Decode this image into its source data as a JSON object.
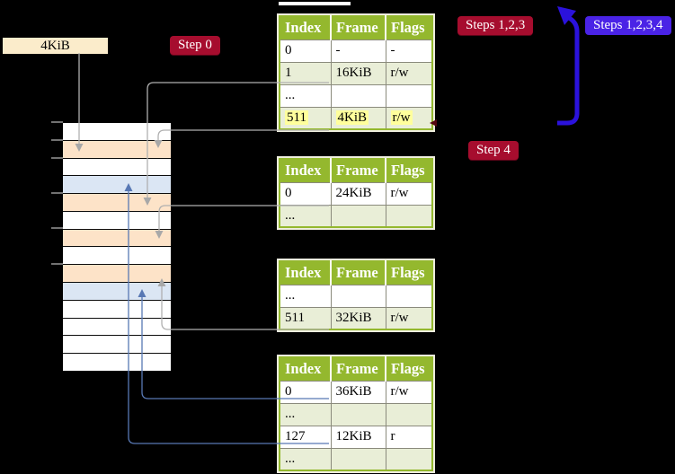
{
  "frame_label_box": {
    "label": "4KiB"
  },
  "badges": {
    "step0": "Step 0",
    "steps123": "Steps 1,2,3",
    "steps1234": "Steps 1,2,3,4",
    "step4": "Step 4"
  },
  "memory_strip": {
    "rows": [
      "white",
      "peach",
      "white",
      "blue",
      "peach",
      "white",
      "peach",
      "white",
      "peach",
      "blue",
      "white",
      "white",
      "white",
      "white"
    ],
    "tick_count": 6,
    "row_colors": {
      "white": "#ffffff",
      "peach": "#fde3c8",
      "blue": "#dbe6f4"
    }
  },
  "page_tables": [
    {
      "name": "table-steps-0",
      "headers": [
        "Index",
        "Frame",
        "Flags"
      ],
      "rows": [
        {
          "cells": [
            "0",
            "-",
            "-"
          ],
          "shaded": false,
          "highlight": false
        },
        {
          "cells": [
            "1",
            "16KiB",
            "r/w"
          ],
          "shaded": true,
          "highlight": false,
          "connector": "gray"
        },
        {
          "cells": [
            "...",
            "",
            ""
          ],
          "shaded": false,
          "highlight": false
        },
        {
          "cells": [
            "511",
            "4KiB",
            "r/w"
          ],
          "shaded": true,
          "highlight": true,
          "connector": "gray"
        }
      ]
    },
    {
      "name": "table-step-a",
      "headers": [
        "Index",
        "Frame",
        "Flags"
      ],
      "rows": [
        {
          "cells": [
            "0",
            "24KiB",
            "r/w"
          ],
          "shaded": false,
          "highlight": false,
          "connector": "gray"
        },
        {
          "cells": [
            "...",
            "",
            ""
          ],
          "shaded": true,
          "highlight": false
        }
      ]
    },
    {
      "name": "table-step-b",
      "headers": [
        "Index",
        "Frame",
        "Flags"
      ],
      "rows": [
        {
          "cells": [
            "...",
            "",
            ""
          ],
          "shaded": false,
          "highlight": false
        },
        {
          "cells": [
            "511",
            "32KiB",
            "r/w"
          ],
          "shaded": true,
          "highlight": false,
          "connector": "gray"
        }
      ]
    },
    {
      "name": "table-step-4",
      "headers": [
        "Index",
        "Frame",
        "Flags"
      ],
      "rows": [
        {
          "cells": [
            "0",
            "36KiB",
            "r/w"
          ],
          "shaded": false,
          "highlight": false,
          "connector": "blue"
        },
        {
          "cells": [
            "...",
            "",
            ""
          ],
          "shaded": true,
          "highlight": false
        },
        {
          "cells": [
            "127",
            "12KiB",
            "r"
          ],
          "shaded": false,
          "highlight": false,
          "connector": "blue"
        },
        {
          "cells": [
            "...",
            "",
            ""
          ],
          "shaded": true,
          "highlight": false
        }
      ]
    }
  ],
  "colors": {
    "table_header_green": "#94b82e",
    "table_row_shade": "#e9eed7",
    "memory_peach": "#fde3c8",
    "memory_light_blue": "#dbe6f4",
    "highlight_yellow": "#ffff9c",
    "badge_red": "#a60d2e",
    "badge_blue": "#4a23e6",
    "bold_arrow_blue": "#2b12dc",
    "connector_gray": "#b0b0b0",
    "connector_blue": "#5878b4",
    "frame_box_beige": "#fbeccb"
  }
}
